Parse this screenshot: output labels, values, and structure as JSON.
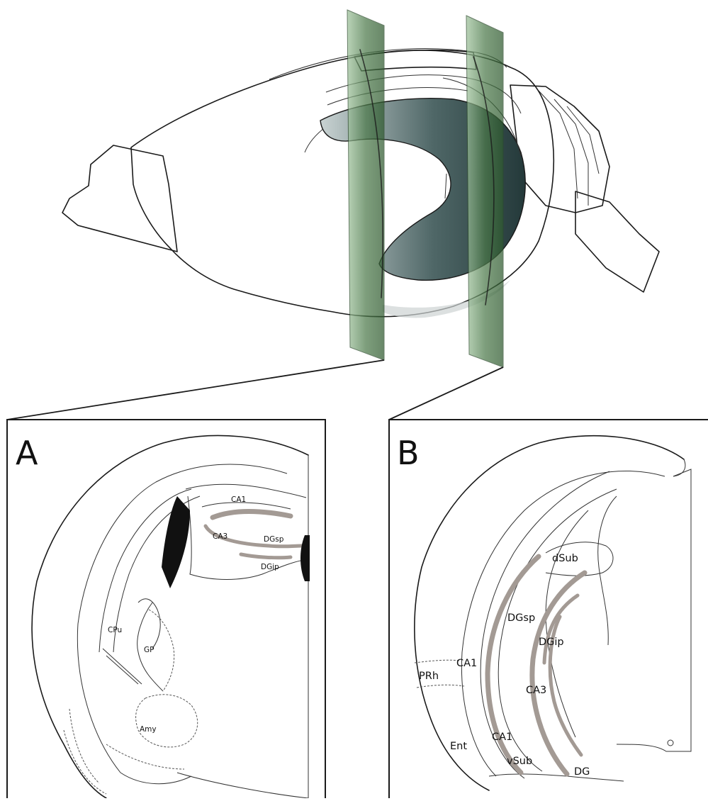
{
  "panels": {
    "a": {
      "letter": "A",
      "labels": {
        "ca1": "CA1",
        "ca3": "CA3",
        "dgsp": "DGsp",
        "dgip": "DGip",
        "cpu": "CPu",
        "gp": "GP",
        "amy": "Amy"
      }
    },
    "b": {
      "letter": "B",
      "labels": {
        "dsub": "dSub",
        "dgsp": "DGsp",
        "dgip": "DGip",
        "ca1_upper": "CA1",
        "ca3": "CA3",
        "prh": "PRh",
        "ca1_lower": "CA1",
        "ent": "Ent",
        "vsub": "vSub",
        "dg": "DG"
      }
    }
  },
  "colors": {
    "plane": "#5e8a5c",
    "hippocampus": "#2f4a4a",
    "brain": "#f2f3f3",
    "cell_layer": "#a39a94"
  }
}
